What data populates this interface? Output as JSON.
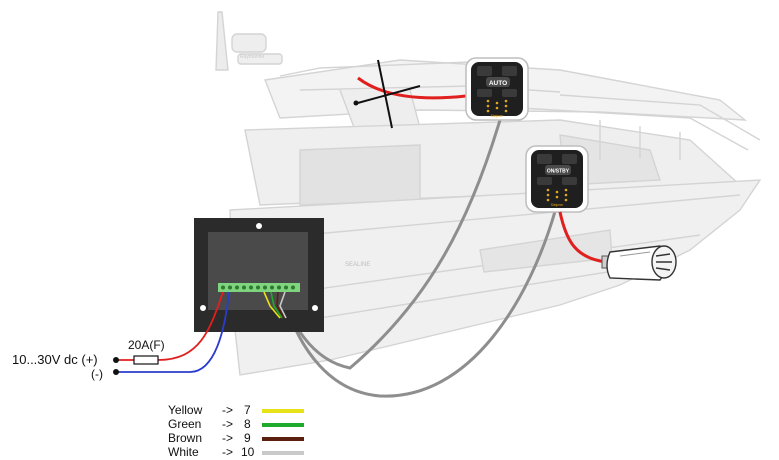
{
  "power": {
    "voltage_label": "10...30V dc (+)",
    "negative_label": "(-)",
    "fuse_label": "20A(F)"
  },
  "panels": {
    "upper": {
      "button_label": "AUTO",
      "brand": "Sleipner"
    },
    "lower": {
      "button_label": "ON/STBY",
      "brand": "Sleipner"
    }
  },
  "boat": {
    "hull_text": "SEALINE",
    "mast_text": "Raymarine"
  },
  "legend": [
    {
      "name": "Yellow",
      "arrow": "->",
      "pin": "7",
      "color": "#e8e21a"
    },
    {
      "name": "Green",
      "arrow": "->",
      "pin": "8",
      "color": "#1faa2b"
    },
    {
      "name": "Brown",
      "arrow": "->",
      "pin": "9",
      "color": "#5a1f0e"
    },
    {
      "name": "White",
      "arrow": "->",
      "pin": "10",
      "color": "#c9c9c9"
    }
  ],
  "colors": {
    "wire_red": "#e0201e",
    "wire_blue": "#2a3ccc",
    "cable_grey": "#8e8e8e",
    "terminal_green": "#7fd47f",
    "box_dark": "#2b2b2b"
  }
}
